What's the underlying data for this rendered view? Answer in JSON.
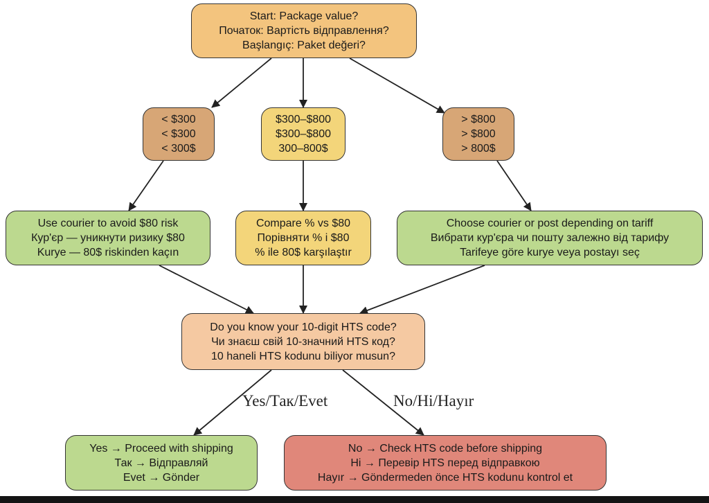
{
  "colors": {
    "start": "#f3c47e",
    "range_low": "#d7a676",
    "range_mid": "#f3d57a",
    "range_high": "#d7a676",
    "action_green": "#bcd98f",
    "action_yellow": "#f3d57a",
    "question": "#f5c9a2",
    "yes": "#bcd98f",
    "no": "#e0877a",
    "line": "#222222"
  },
  "nodes": {
    "start": [
      "Start: Package value?",
      "Початок: Вартість відправлення?",
      "Başlangıç: Paket değeri?"
    ],
    "range_low": [
      "< $300",
      "< $300",
      "< 300$"
    ],
    "range_mid": [
      "$300–$800",
      "$300–$800",
      "300–800$"
    ],
    "range_high": [
      "> $800",
      "> $800",
      "> 800$"
    ],
    "action_low": [
      "Use courier to avoid $80 risk",
      "Кур'єр — уникнути ризику $80",
      "Kurye — 80$ riskinden kaçın"
    ],
    "action_mid": [
      "Compare % vs $80",
      "Порівняти % і $80",
      "% ile 80$ karşılaştır"
    ],
    "action_high": [
      "Choose courier or post depending on tariff",
      "Вибрати кур'єра чи пошту залежно від тарифу",
      "Tarifeye göre kurye veya postayı seç"
    ],
    "question": [
      "Do you know your 10-digit HTS code?",
      "Чи знаєш свій 10-значний HTS код?",
      "10 haneli HTS kodunu biliyor musun?"
    ],
    "yes_result": [
      "Yes → Proceed with shipping",
      "Так → Відправляй",
      "Evet → Gönder"
    ],
    "no_result": [
      "No → Check HTS code before shipping",
      "Ні → Перевір HTS перед відправкою",
      "Hayır → Göndermeden önce HTS kodunu kontrol et"
    ]
  },
  "edge_labels": {
    "yes": "Yes/Так/Evet",
    "no": "No/Ні/Hayır"
  }
}
